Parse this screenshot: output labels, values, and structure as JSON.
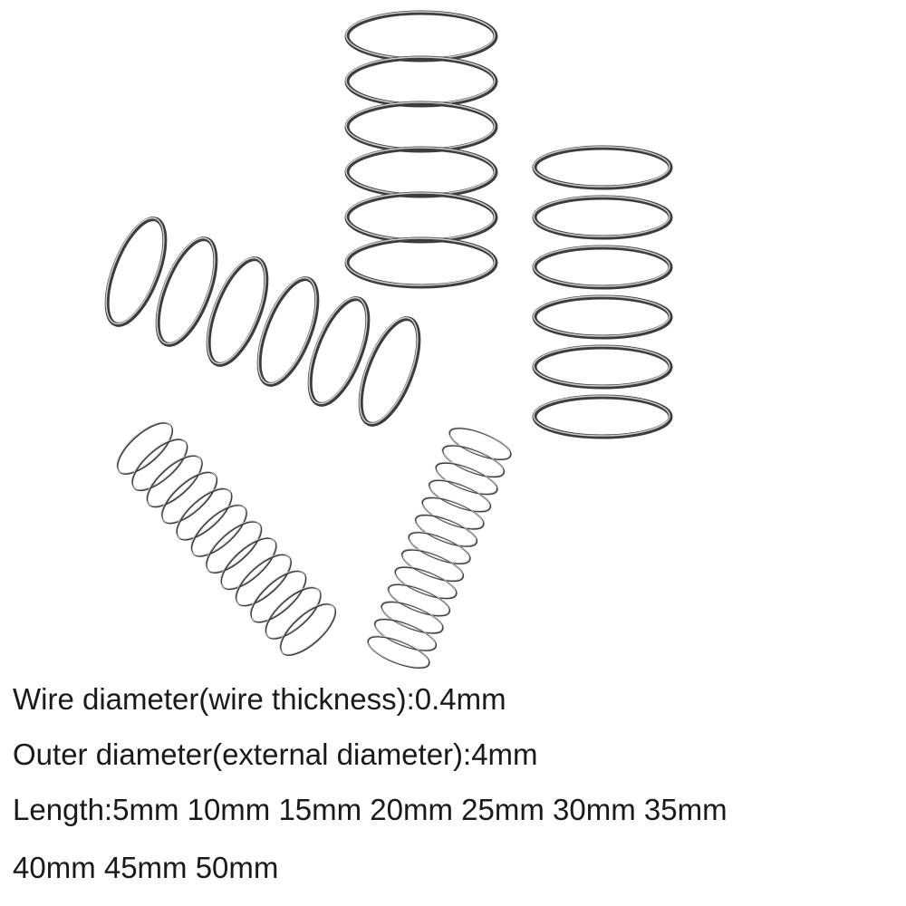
{
  "product_photo": {
    "subject": "compression springs",
    "colors": {
      "background": "#ffffff",
      "wire_dark": "#3c3c3c",
      "wire_mid": "#6a6a6a",
      "wire_light": "#9a9a9a",
      "wire_highlight": "#cfcfcf",
      "text": "#1a1a1a"
    }
  },
  "specs": {
    "wire_diameter": "Wire diameter(wire thickness):0.4mm",
    "outer_diameter": "Outer diameter(external diameter):4mm",
    "length_line_1": "Length:5mm 10mm 15mm 20mm 25mm 30mm 35mm",
    "length_line_2": "40mm 45mm 50mm"
  }
}
